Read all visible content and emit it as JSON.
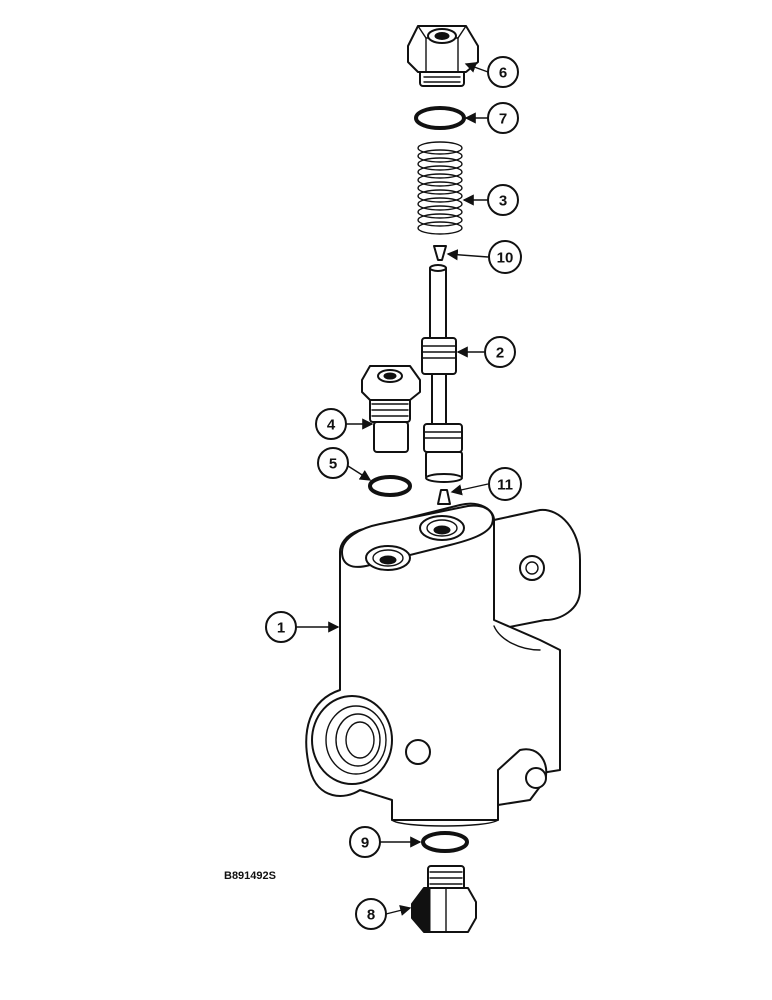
{
  "callouts": [
    {
      "id": "1",
      "label": "1"
    },
    {
      "id": "2",
      "label": "2"
    },
    {
      "id": "3",
      "label": "3"
    },
    {
      "id": "4",
      "label": "4"
    },
    {
      "id": "5",
      "label": "5"
    },
    {
      "id": "6",
      "label": "6"
    },
    {
      "id": "7",
      "label": "7"
    },
    {
      "id": "8",
      "label": "8"
    },
    {
      "id": "9",
      "label": "9"
    },
    {
      "id": "10",
      "label": "10"
    },
    {
      "id": "11",
      "label": "11"
    }
  ],
  "reference_code": "B891492S",
  "colors": {
    "ink": "#111111",
    "paper": "#ffffff"
  }
}
